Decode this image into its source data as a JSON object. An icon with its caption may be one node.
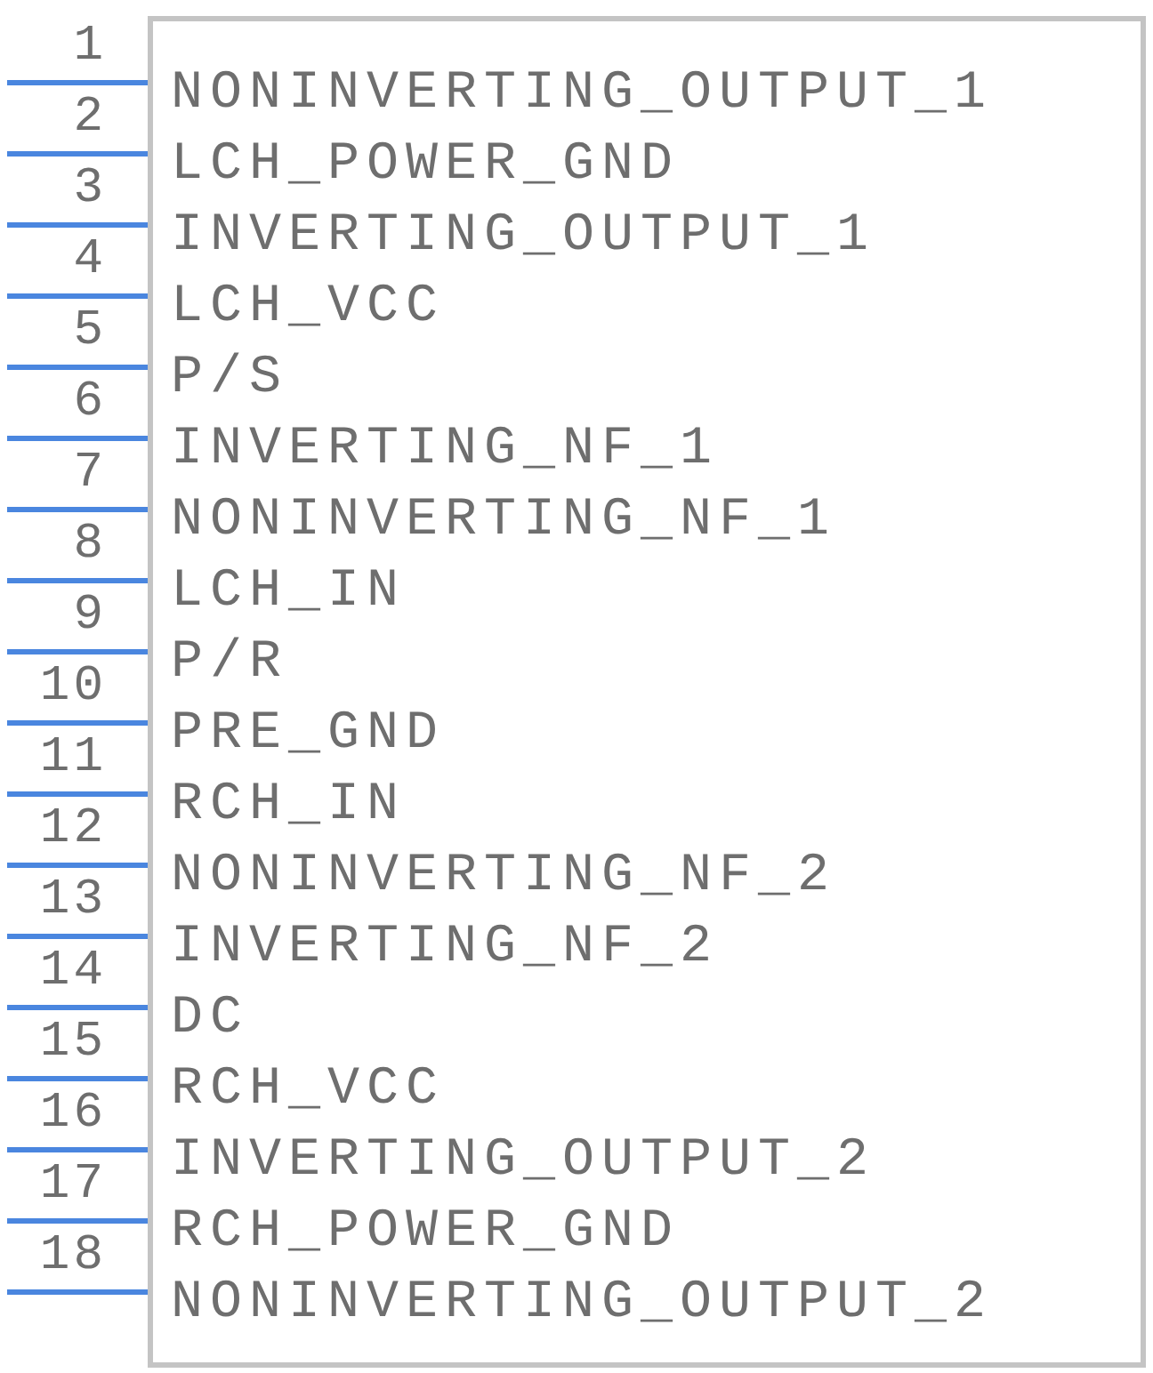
{
  "diagram": {
    "nodes": [
      {
        "text": [],
        "shape": "box"
      }
    ],
    "labels": [
      "1",
      "NONINVERTING_OUTPUT_1",
      "2",
      "LCH_POWER_GND",
      "3",
      "INVERTING_OUTPUT_1",
      "4",
      "LCH_VCC",
      "5",
      "P/S",
      "6",
      "INVERTING_NF_1",
      "7",
      "NONINVERTING_NF_1",
      "8",
      "LCH_IN",
      "9",
      "P/R",
      "10",
      "PRE_GND",
      "11",
      "RCH_IN",
      "12",
      "NONINVERTING_NF_2",
      "13",
      "INVERTING_NF_2",
      "14",
      "DC",
      "15",
      "RCH_VCC",
      "16",
      "INVERTING_OUTPUT_2",
      "17",
      "RCH_POWER_GND",
      "18",
      "NONINVERTING_OUTPUT_2"
    ]
  }
}
